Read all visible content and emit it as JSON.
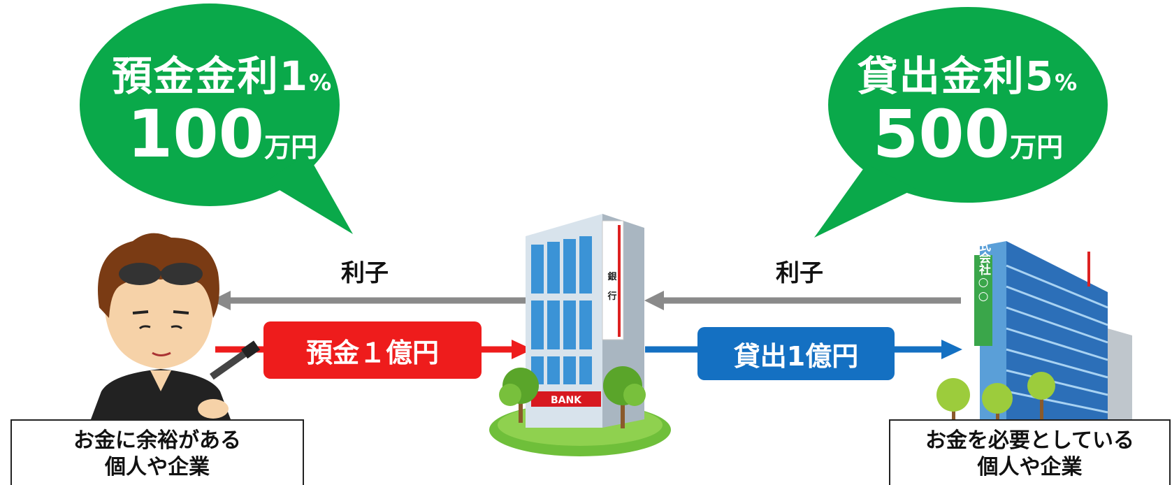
{
  "left_bubble": {
    "line1": "預金金利1",
    "line1_pct": "%",
    "amount": "100",
    "unit": "万円"
  },
  "right_bubble": {
    "line1": "貸出金利5",
    "line1_pct": "%",
    "amount": "500",
    "unit": "万円"
  },
  "interest_left": "利子",
  "interest_right": "利子",
  "deposit_label": "預金１億円",
  "loan_label": "貸出1億円",
  "bank": {
    "sign": "BANK",
    "vertical_sign": [
      "銀",
      "行"
    ]
  },
  "company": {
    "vertical_sign": "株式会社○○"
  },
  "left_box": {
    "line1": "お金に余裕がある",
    "line2": "個人や企業"
  },
  "right_box": {
    "line1": "お金を必要としている",
    "line2": "個人や企業"
  },
  "colors": {
    "bubble": "#0aa94a",
    "deposit": "#ee1c1c",
    "loan": "#1470c2",
    "arrow_gray": "#8a8a8a"
  }
}
